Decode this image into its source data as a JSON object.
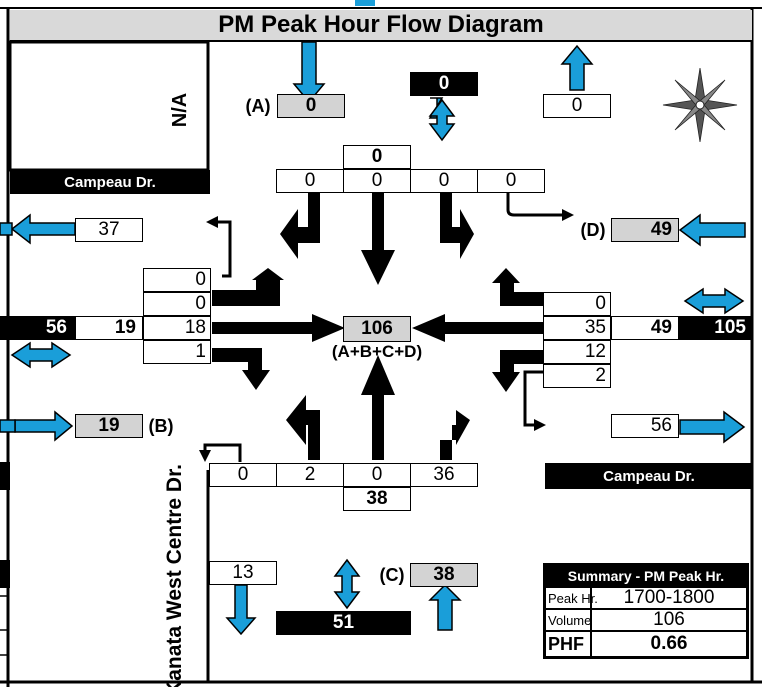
{
  "title": "PM Peak Hour Flow Diagram",
  "quadrant_nw": "N/A",
  "streets": {
    "west_label": "Campeau Dr.",
    "east_label": "Campeau Dr.",
    "south_label": "Kanata West Centre Dr."
  },
  "north": {
    "ped_label_a": "(A)",
    "ped_a": "0",
    "ped_black": "0",
    "exit_volume": "0",
    "total_in": "0",
    "movements": [
      "0",
      "0",
      "0",
      "0"
    ]
  },
  "west": {
    "exit_volume": "37",
    "movements": [
      "0",
      "0",
      "18",
      "1"
    ],
    "total_in": "19",
    "total_both": "56",
    "ped_b": "19",
    "ped_label_b": "(B)"
  },
  "east": {
    "ped_label_d": "(D)",
    "ped_d": "49",
    "movements": [
      "0",
      "35",
      "12",
      "2"
    ],
    "total_in": "49",
    "total_both": "105",
    "exit_volume": "56"
  },
  "south": {
    "movements": [
      "0",
      "2",
      "0",
      "36"
    ],
    "total_in": "38",
    "exit_volume": "13",
    "ped_black": "51",
    "ped_label_c": "(C)",
    "ped_c": "38"
  },
  "center": {
    "total": "106",
    "formula": "(A+B+C+D)"
  },
  "summary": {
    "title": "Summary - PM Peak Hr.",
    "rows": [
      {
        "label": "Peak Hr.",
        "value": "1700-1800"
      },
      {
        "label": "Volume",
        "value": "106"
      },
      {
        "label": "PHF",
        "value": "0.66"
      }
    ]
  },
  "colors": {
    "ped_arrow": "#1a9ed9",
    "gray_box": "#d3d3d3",
    "header": "#d9d9d9"
  }
}
